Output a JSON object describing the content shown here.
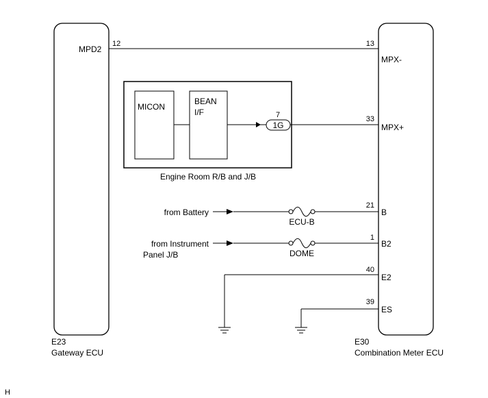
{
  "gateway_ecu": {
    "code": "E23",
    "name": "Gateway ECU",
    "terminal": "MPD2",
    "pin": "12"
  },
  "meter_ecu": {
    "code": "E30",
    "name": "Combination Meter ECU",
    "terminals": [
      {
        "pin": "13",
        "name": "MPX-"
      },
      {
        "pin": "33",
        "name": "MPX+"
      },
      {
        "pin": "21",
        "name": "B"
      },
      {
        "pin": "1",
        "name": "B2"
      },
      {
        "pin": "40",
        "name": "E2"
      },
      {
        "pin": "39",
        "name": "ES"
      }
    ]
  },
  "junction_block": {
    "label": "Engine Room R/B and J/B",
    "micon": "MICON",
    "bean_line1": "BEAN",
    "bean_line2": "I/F",
    "connector": "1G",
    "connector_pin": "7"
  },
  "sources": {
    "battery": "from Battery",
    "instrument_line1": "from Instrument",
    "instrument_line2": "Panel J/B"
  },
  "fuses": {
    "ecu_b": "ECU-B",
    "dome": "DOME"
  },
  "corner_mark": "H"
}
